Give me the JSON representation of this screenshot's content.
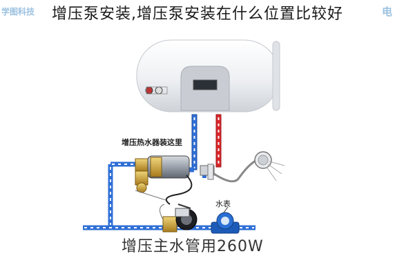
{
  "page": {
    "title": "增压泵安装,增压泵安装在什么位置比较好"
  },
  "watermarks": {
    "left": "学图科技",
    "right": "电"
  },
  "diagram": {
    "labels": {
      "heater_pump_mount": "增压热水器装这里",
      "water_meter": "水表",
      "main_pipe": "增压主水管用260W"
    },
    "colors": {
      "cold_pipe": "#2f6fd6",
      "hot_pipe": "#d9262a",
      "heater_body": "#f2f3f5",
      "pump_brass": "#c8a035"
    }
  }
}
